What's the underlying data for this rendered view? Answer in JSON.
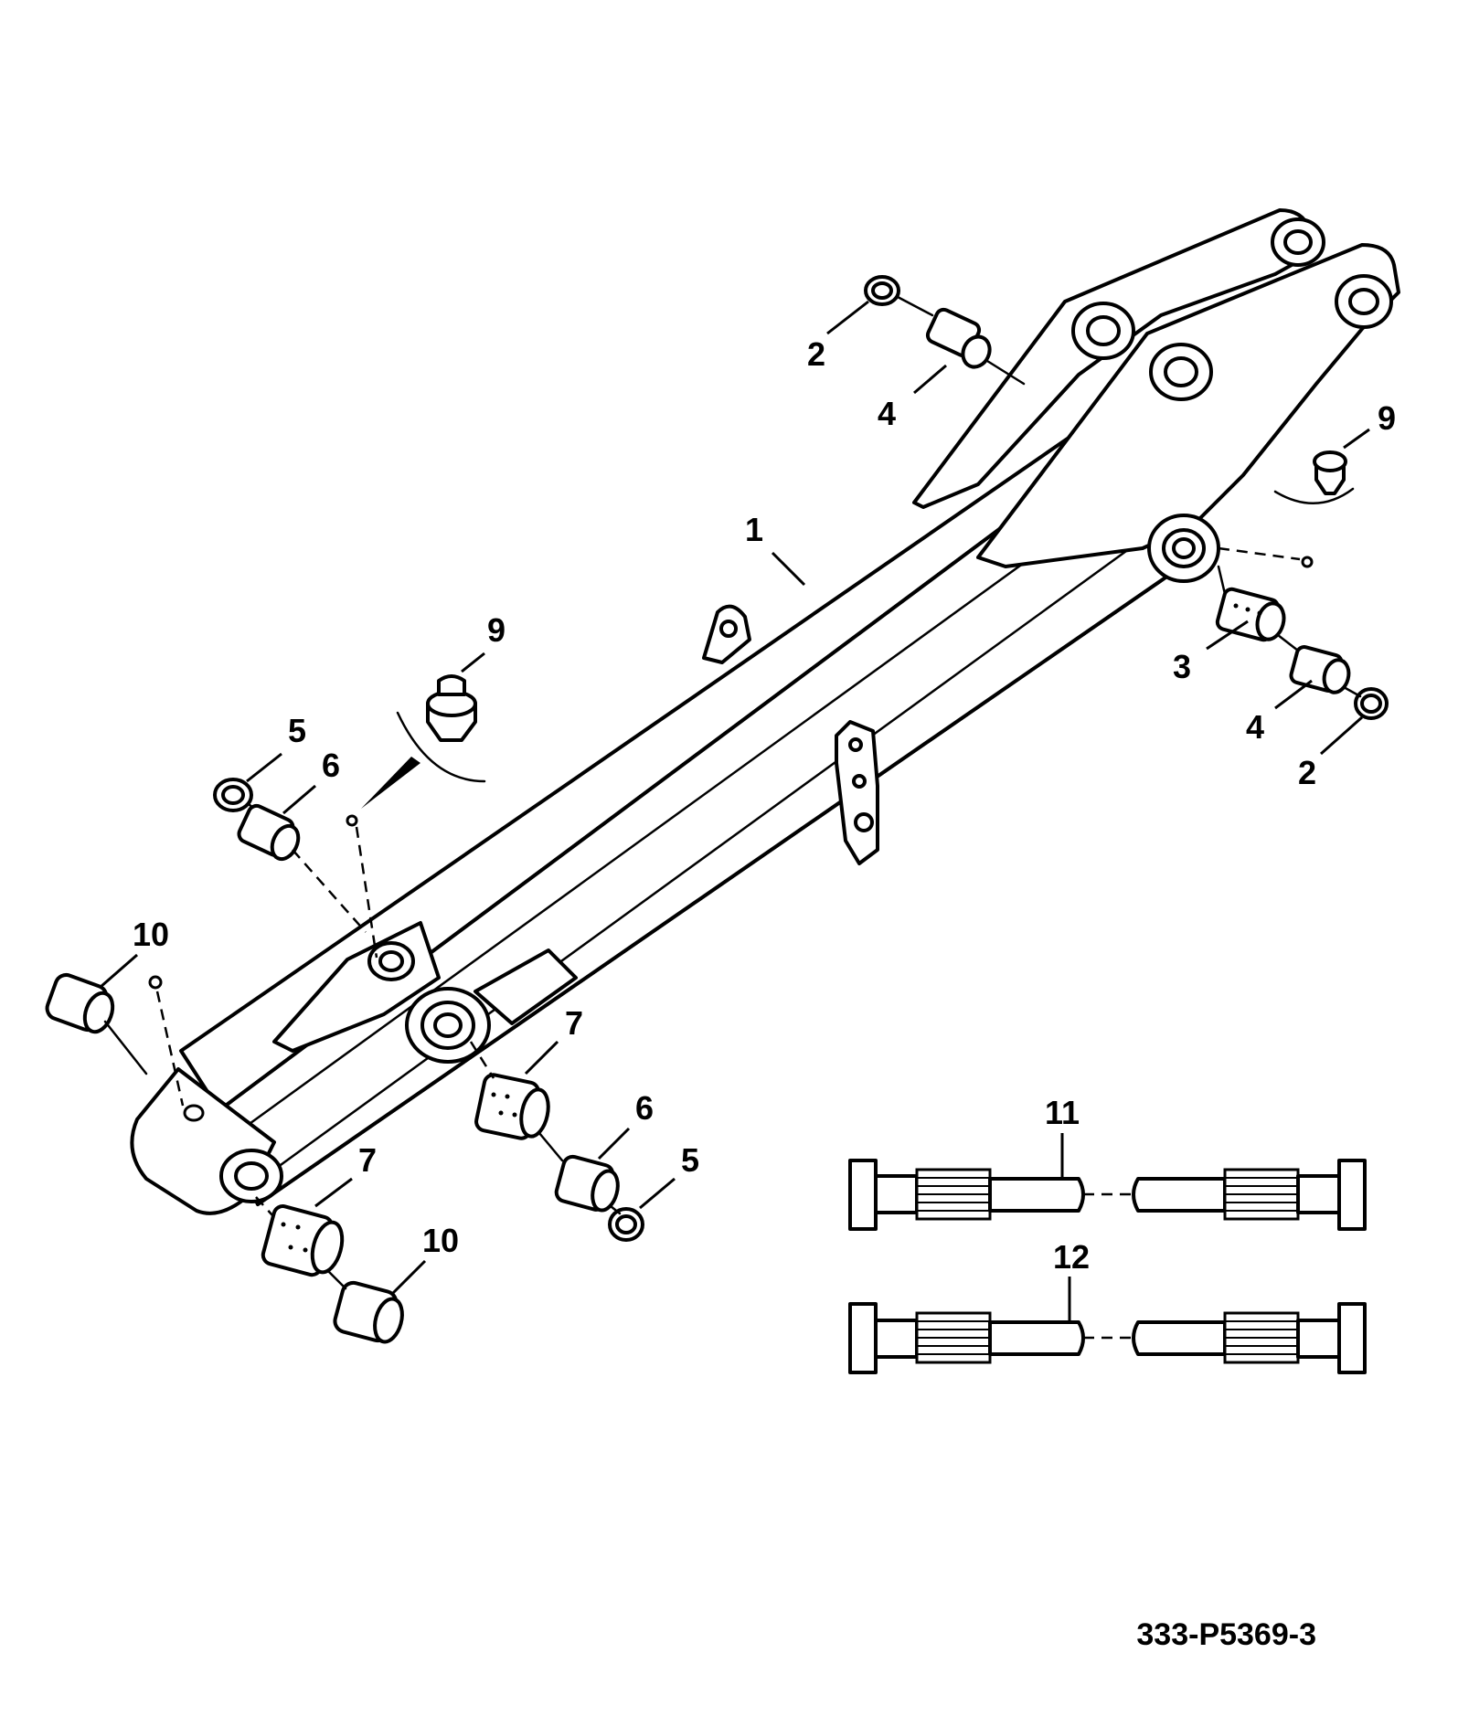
{
  "diagram": {
    "drawing_number": "333-P5369-3",
    "callouts": {
      "arm": "1",
      "washer_top": "2",
      "washer_right": "2",
      "bush_top": "4",
      "bush_right": "4",
      "bush_perforated_upper": "3",
      "washer_left": "5",
      "washer_center": "5",
      "sleeve_left": "6",
      "sleeve_center": "6",
      "bush_perforated_center": "7",
      "bush_perforated_lower": "7",
      "grease_nipple_left": "9",
      "grease_nipple_right": "9",
      "spacer_left": "10",
      "spacer_lower": "10",
      "pin_upper": "11",
      "pin_lower": "12"
    }
  }
}
